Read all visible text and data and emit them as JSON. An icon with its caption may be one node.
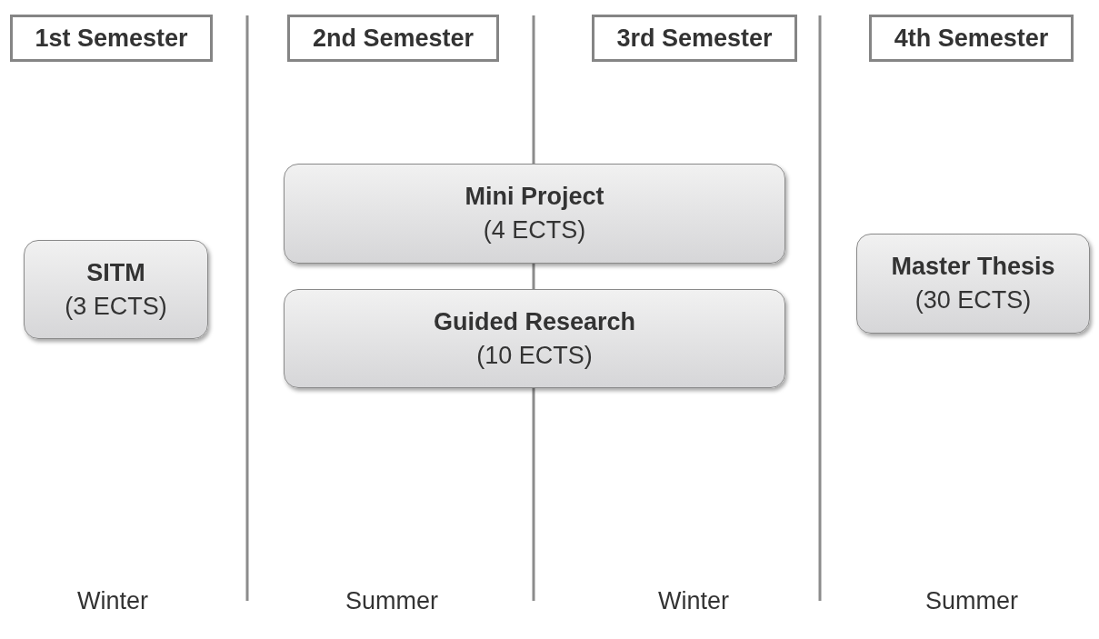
{
  "diagram": {
    "nodes": [
      {
        "text": [
          "1st Semester"
        ]
      },
      {
        "text": [
          "2nd Semester"
        ]
      },
      {
        "text": [
          "3rd Semester"
        ]
      },
      {
        "text": [
          "4th Semester"
        ]
      },
      {
        "text": [
          "SITM",
          "(3 ECTS)"
        ]
      },
      {
        "text": [
          "Mini Project",
          "(4 ECTS)"
        ]
      },
      {
        "text": [
          "Guided Research",
          "(10 ECTS)"
        ]
      },
      {
        "text": [
          "Master Thesis",
          "(30 ECTS)"
        ]
      }
    ],
    "labels": [
      "Winter",
      "Summer",
      "Winter",
      "Summer"
    ]
  }
}
